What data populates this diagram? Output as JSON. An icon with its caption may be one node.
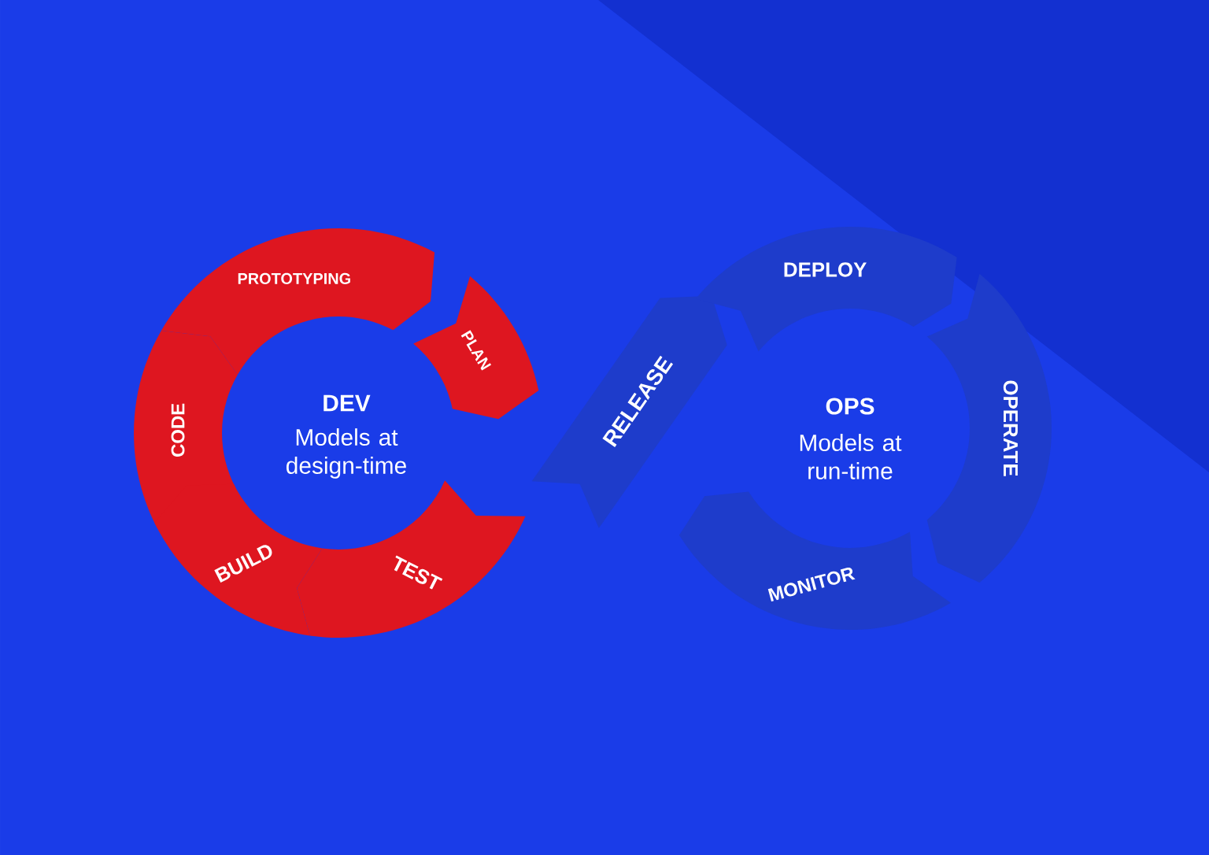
{
  "diagram": {
    "nodes": [
      {
        "text": [
          "PROTOTYPING"
        ]
      },
      {
        "text": [
          "PLAN"
        ]
      },
      {
        "text": [
          "CODE"
        ]
      },
      {
        "text": [
          "BUILD"
        ]
      },
      {
        "text": [
          "TEST"
        ]
      },
      {
        "text": [
          "RELEASE"
        ]
      },
      {
        "text": [
          "DEPLOY"
        ]
      },
      {
        "text": [
          "OPERATE"
        ]
      },
      {
        "text": [
          "MONITOR"
        ]
      }
    ],
    "labels": [
      "DEV",
      "Models at design-time",
      "OPS",
      "Models at run-time"
    ]
  }
}
